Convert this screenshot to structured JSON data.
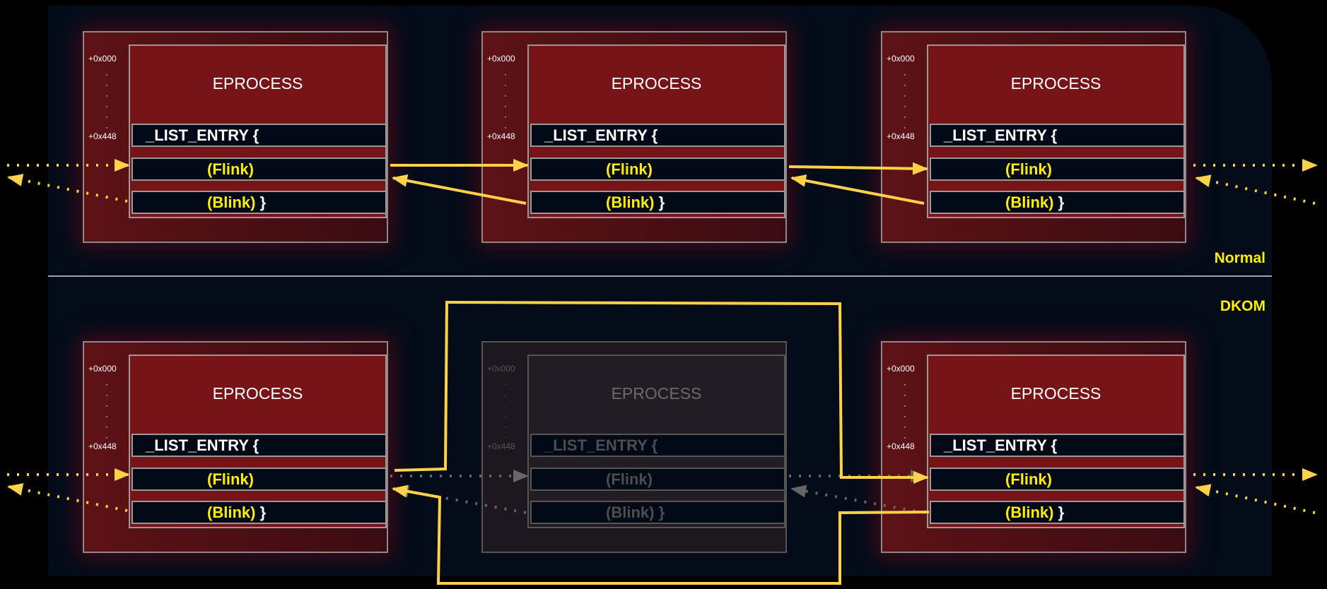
{
  "sections": {
    "normal_label": "Normal",
    "dkom_label": "DKOM"
  },
  "node": {
    "title": "EPROCESS",
    "offset_start": "+0x000",
    "offset_list": "+0x448",
    "dots": "·\n·\n·\n·\n·\n·",
    "list_entry": "_LIST_ENTRY {",
    "flink": "(Flink)",
    "blink": "(Blink)",
    "close_brace": "}"
  },
  "colors": {
    "panel": "#040c1a",
    "node_dark_red": "#761418",
    "link_arrow": "#ffd24a",
    "highlight_text": "#ffee00",
    "unlinked_gray": "#6a6a6a"
  },
  "rows": [
    {
      "name": "normal",
      "nodes": [
        {
          "state": "linked"
        },
        {
          "state": "linked"
        },
        {
          "state": "linked"
        }
      ]
    },
    {
      "name": "dkom",
      "nodes": [
        {
          "state": "linked"
        },
        {
          "state": "unlinked"
        },
        {
          "state": "linked"
        }
      ]
    }
  ]
}
